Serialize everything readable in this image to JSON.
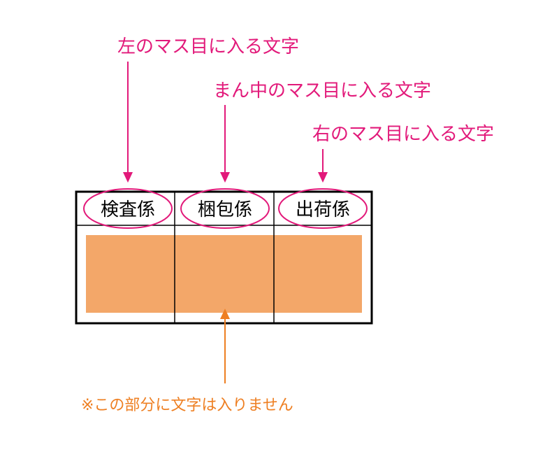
{
  "annotations": {
    "left_label": "左のマス目に入る文字",
    "middle_label": "まん中のマス目に入る文字",
    "right_label": "右のマス目に入る文字",
    "bottom_note": "※この部分に文字は入りません"
  },
  "table": {
    "headers": [
      "検査係",
      "梱包係",
      "出荷係"
    ]
  },
  "colors": {
    "magenta": "#e2197a",
    "orange": "#ee7f22",
    "fill_block": "#f3a769",
    "border": "#000000"
  }
}
